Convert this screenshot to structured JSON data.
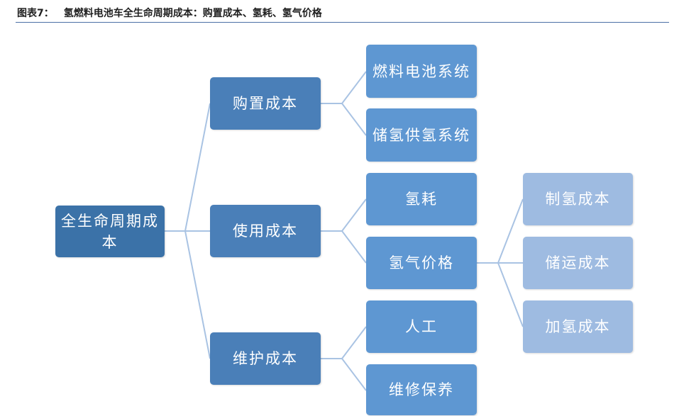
{
  "caption": {
    "label": "图表7：",
    "title": "氢燃料电池车全生命周期成本：购置成本、氢耗、氢气价格"
  },
  "root": {
    "label": "全生命周期成本"
  },
  "purchase": {
    "label": "购置成本",
    "fuel_cell_system": "燃料电池系统",
    "hydrogen_storage_system": "储氢供氢系统"
  },
  "usage": {
    "label": "使用成本",
    "hydrogen_consumption": "氢耗",
    "hydrogen_price": {
      "label": "氢气价格",
      "production_cost": "制氢成本",
      "storage_transport_cost": "储运成本",
      "refueling_cost": "加氢成本"
    }
  },
  "maintenance": {
    "label": "维护成本",
    "labor": "人工",
    "repair_upkeep": "维修保养"
  },
  "colors": {
    "root": "#3b72a8",
    "level1": "#4a7fb8",
    "level2": "#5e97d2",
    "level3": "#9ebbe1",
    "connector": "#a9c3e3"
  }
}
